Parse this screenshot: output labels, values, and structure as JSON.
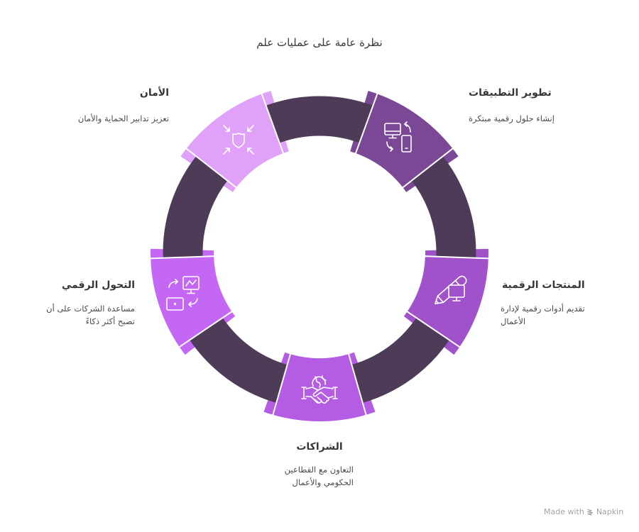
{
  "title": "نظرة عامة على عمليات علم",
  "ring": {
    "color": "#4E3B58",
    "outline": "#FFFFFF"
  },
  "segments": [
    {
      "title": "تطوير التطبيقات",
      "description_lines": [
        "إنشاء حلول رقمية مبتكرة"
      ],
      "color": "#7A4894",
      "icon": "devices-sync-icon"
    },
    {
      "title": "المنتجات الرقمية",
      "description_lines": [
        "تقديم أدوات رقمية لإدارة",
        "الأعمال"
      ],
      "color": "#A052CB",
      "icon": "pencil-monitor-icon"
    },
    {
      "title": "الشراكات",
      "description_lines": [
        "التعاون مع القطاعين",
        "الحكومي والأعمال"
      ],
      "color": "#B45CE4",
      "icon": "globe-handshake-icon"
    },
    {
      "title": "التحول الرقمي",
      "description_lines": [
        "مساعدة الشركات على أن",
        "تصبح أكثر ذكاءً"
      ],
      "color": "#C567F5",
      "icon": "digital-transformation-icon"
    },
    {
      "title": "الأمان",
      "description_lines": [
        "تعزيز تدابير الحماية والأمان"
      ],
      "color": "#DFA2F8",
      "icon": "shield-compress-icon"
    }
  ],
  "watermark": {
    "prefix": "Made with",
    "brand": "Napkin",
    "color": "#A3A3A3"
  }
}
